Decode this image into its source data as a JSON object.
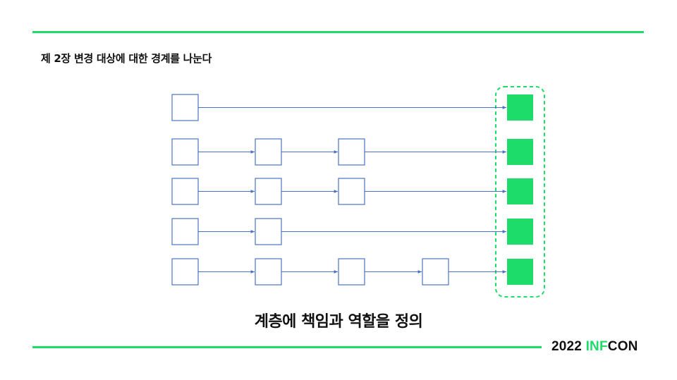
{
  "slide": {
    "subtitle": "제 2장 변경 대상에 대한 경계를 나눈다",
    "caption": "계층에 책임과 역할을 정의",
    "brand_year": "2022",
    "brand_accent": "INF",
    "brand_rest": "CON"
  },
  "diagram": {
    "rows": [
      {
        "intermediate_columns": []
      },
      {
        "intermediate_columns": [
          1,
          2
        ]
      },
      {
        "intermediate_columns": [
          1,
          2
        ]
      },
      {
        "intermediate_columns": [
          1
        ]
      },
      {
        "intermediate_columns": [
          1,
          2,
          3
        ]
      }
    ],
    "colors": {
      "box_stroke": "#4a72c4",
      "arrow": "#4a72c4",
      "target_fill": "#1ddc6a",
      "group_border": "#1ddc6a"
    }
  },
  "colors": {
    "accent": "#1ddc6a",
    "text": "#111111"
  }
}
